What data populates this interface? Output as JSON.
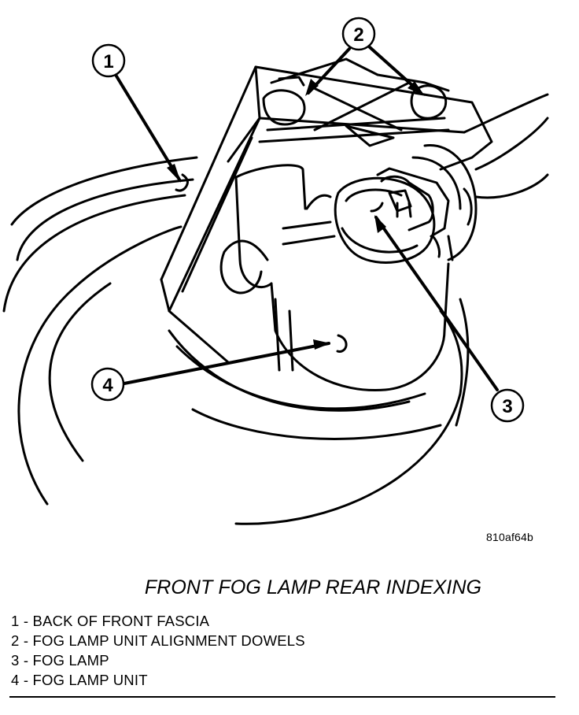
{
  "figure_id": "810af64b",
  "title": "FRONT FOG LAMP REAR INDEXING",
  "callouts": [
    "1",
    "2",
    "3",
    "4"
  ],
  "legend": [
    {
      "num": "1",
      "text": "BACK OF FRONT FASCIA"
    },
    {
      "num": "2",
      "text": "FOG LAMP UNIT ALIGNMENT DOWELS"
    },
    {
      "num": "3",
      "text": "FOG LAMP"
    },
    {
      "num": "4",
      "text": "FOG LAMP UNIT"
    }
  ],
  "legend_lines": [
    "1 - BACK OF FRONT FASCIA",
    "2 - FOG LAMP UNIT ALIGNMENT DOWELS",
    "3 - FOG LAMP",
    "4 - FOG LAMP UNIT"
  ]
}
